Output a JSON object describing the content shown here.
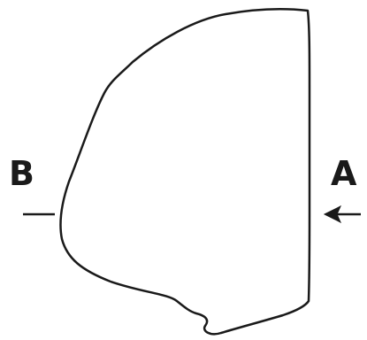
{
  "labels": {
    "left": "B",
    "right": "A"
  },
  "colors": {
    "stroke": "#1a1a1a",
    "background": "#ffffff"
  },
  "markers": {
    "left": "plain-line",
    "right": "arrow-pointing-left"
  }
}
